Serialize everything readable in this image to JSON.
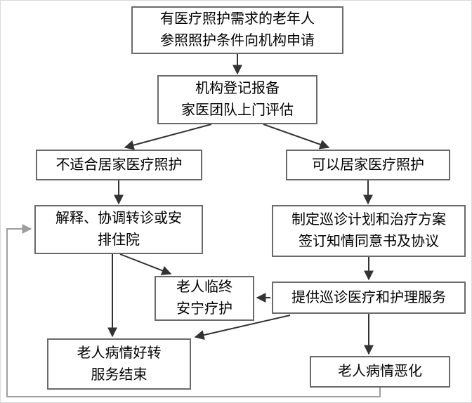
{
  "diagram": {
    "nodes": {
      "apply": {
        "lines": [
          "有医疗照护需求的老年人",
          "参照照护条件向机构申请"
        ]
      },
      "register": {
        "lines": [
          "机构登记报备",
          "家医团队上门评估"
        ]
      },
      "unsuitable": {
        "lines": [
          "不适合居家医疗照护"
        ]
      },
      "suitable": {
        "lines": [
          "可以居家医疗照护"
        ]
      },
      "refer": {
        "lines": [
          "解释、协调转诊或安",
          "排住院"
        ]
      },
      "plan": {
        "lines": [
          "制定巡诊计划和治疗方案",
          "签订知情同意书及协议"
        ]
      },
      "hospice": {
        "lines": [
          "老人临终",
          "安宁疗护"
        ]
      },
      "service": {
        "lines": [
          "提供巡诊医疗和护理服务"
        ]
      },
      "improve": {
        "lines": [
          "老人病情好转",
          "服务结束"
        ]
      },
      "worsen": {
        "lines": [
          "老人病情恶化"
        ]
      }
    },
    "edges": [
      {
        "from": "apply",
        "to": "register"
      },
      {
        "from": "register",
        "to": "unsuitable"
      },
      {
        "from": "register",
        "to": "suitable"
      },
      {
        "from": "unsuitable",
        "to": "refer"
      },
      {
        "from": "suitable",
        "to": "plan"
      },
      {
        "from": "refer",
        "to": "hospice"
      },
      {
        "from": "refer",
        "to": "improve"
      },
      {
        "from": "plan",
        "to": "service"
      },
      {
        "from": "service",
        "to": "hospice"
      },
      {
        "from": "service",
        "to": "improve"
      },
      {
        "from": "service",
        "to": "worsen"
      },
      {
        "from": "worsen",
        "to": "refer",
        "style": "feedback-loop"
      }
    ],
    "colors": {
      "box_border": "#6a6a6a",
      "arrow": "#333333",
      "feedback_arrow": "#9e9e9e",
      "text": "#000000",
      "background": "#ffffff"
    }
  }
}
